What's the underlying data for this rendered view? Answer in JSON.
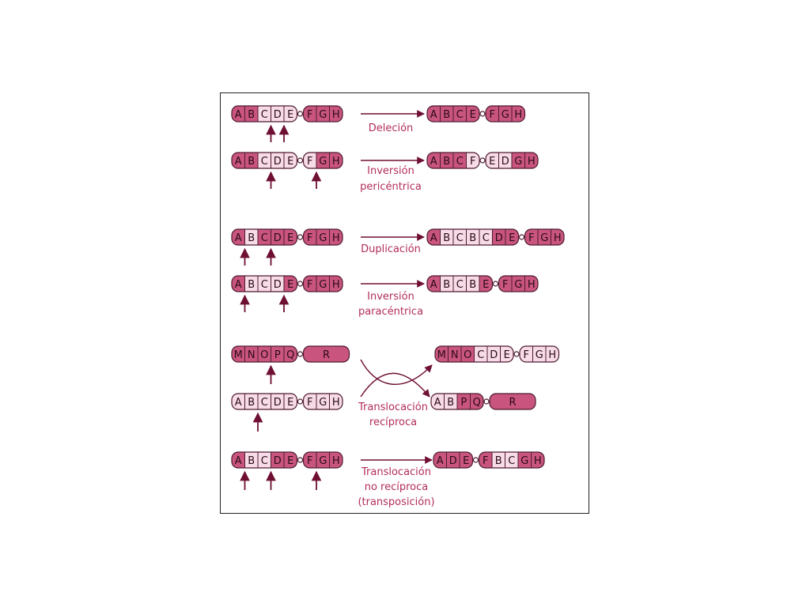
{
  "colors": {
    "dark": "#c9557e",
    "light": "#f7dce7",
    "stroke": "#4e1a30",
    "label": "#b22d5a",
    "arrow": "#6e0f33",
    "border": "#222222"
  },
  "rows": [
    {
      "id": "delecion",
      "label": [
        "Deleción"
      ],
      "before": [
        {
          "left": [
            [
              "A",
              "d"
            ],
            [
              "B",
              "d"
            ],
            [
              "C",
              "l"
            ],
            [
              "D",
              "l"
            ],
            [
              "E",
              "l"
            ]
          ],
          "right": [
            [
              "F",
              "d"
            ],
            [
              "G",
              "d"
            ],
            [
              "H",
              "d"
            ]
          ]
        }
      ],
      "after": [
        {
          "left": [
            [
              "A",
              "d"
            ],
            [
              "B",
              "d"
            ],
            [
              "C",
              "d"
            ],
            [
              "E",
              "d"
            ]
          ],
          "right": [
            [
              "F",
              "d"
            ],
            [
              "G",
              "d"
            ],
            [
              "H",
              "d"
            ]
          ]
        }
      ],
      "marks": [
        [
          0,
          2.5
        ],
        [
          0,
          3.5
        ]
      ]
    },
    {
      "id": "inversion-pericentrica",
      "label": [
        "Inversión",
        "pericéntrica"
      ],
      "before": [
        {
          "left": [
            [
              "A",
              "d"
            ],
            [
              "B",
              "d"
            ],
            [
              "C",
              "l"
            ],
            [
              "D",
              "l"
            ],
            [
              "E",
              "l"
            ]
          ],
          "right": [
            [
              "F",
              "l"
            ],
            [
              "G",
              "d"
            ],
            [
              "H",
              "d"
            ]
          ]
        }
      ],
      "after": [
        {
          "left": [
            [
              "A",
              "d"
            ],
            [
              "B",
              "d"
            ],
            [
              "C",
              "d"
            ],
            [
              "F",
              "l"
            ]
          ],
          "right": [
            [
              "E",
              "l"
            ],
            [
              "D",
              "l"
            ],
            [
              "G",
              "d"
            ],
            [
              "H",
              "d"
            ]
          ]
        }
      ],
      "marks": [
        [
          0,
          2.5
        ],
        [
          0,
          6.0
        ]
      ]
    },
    {
      "id": "duplicacion",
      "label": [
        "Duplicación"
      ],
      "before": [
        {
          "left": [
            [
              "A",
              "d"
            ],
            [
              "B",
              "l"
            ],
            [
              "C",
              "d"
            ],
            [
              "D",
              "d"
            ],
            [
              "E",
              "d"
            ]
          ],
          "right": [
            [
              "F",
              "d"
            ],
            [
              "G",
              "d"
            ],
            [
              "H",
              "d"
            ]
          ]
        }
      ],
      "after": [
        {
          "left": [
            [
              "A",
              "d"
            ],
            [
              "B",
              "l"
            ],
            [
              "C",
              "l"
            ],
            [
              "B",
              "l"
            ],
            [
              "C",
              "l"
            ],
            [
              "D",
              "d"
            ],
            [
              "E",
              "d"
            ]
          ],
          "right": [
            [
              "F",
              "d"
            ],
            [
              "G",
              "d"
            ],
            [
              "H",
              "d"
            ]
          ]
        }
      ],
      "marks": [
        [
          0,
          0.5
        ],
        [
          0,
          2.5
        ]
      ]
    },
    {
      "id": "inversion-paracentrica",
      "label": [
        "Inversión",
        "paracéntrica"
      ],
      "before": [
        {
          "left": [
            [
              "A",
              "d"
            ],
            [
              "B",
              "l"
            ],
            [
              "C",
              "l"
            ],
            [
              "D",
              "l"
            ],
            [
              "E",
              "d"
            ]
          ],
          "right": [
            [
              "F",
              "d"
            ],
            [
              "G",
              "d"
            ],
            [
              "H",
              "d"
            ]
          ]
        }
      ],
      "after": [
        {
          "left": [
            [
              "A",
              "d"
            ],
            [
              "B",
              "l"
            ],
            [
              "C",
              "l"
            ],
            [
              "B",
              "l"
            ],
            [
              "E",
              "d"
            ]
          ],
          "right": [
            [
              "F",
              "d"
            ],
            [
              "G",
              "d"
            ],
            [
              "H",
              "d"
            ]
          ]
        }
      ],
      "marks": [
        [
          0,
          0.5
        ],
        [
          0,
          3.5
        ]
      ]
    },
    {
      "id": "translocacion-reciproca",
      "label": [
        "Translocación",
        "recíproca"
      ],
      "cross": true,
      "before": [
        {
          "left": [
            [
              "M",
              "d"
            ],
            [
              "N",
              "d"
            ],
            [
              "O",
              "d"
            ],
            [
              "P",
              "d"
            ],
            [
              "Q",
              "d"
            ]
          ],
          "right": [
            [
              "R",
              "d"
            ]
          ]
        },
        {
          "left": [
            [
              "A",
              "l"
            ],
            [
              "B",
              "l"
            ],
            [
              "C",
              "l"
            ],
            [
              "D",
              "l"
            ],
            [
              "E",
              "l"
            ]
          ],
          "right": [
            [
              "F",
              "l"
            ],
            [
              "G",
              "l"
            ],
            [
              "H",
              "l"
            ]
          ]
        }
      ],
      "after": [
        {
          "left": [
            [
              "M",
              "d"
            ],
            [
              "N",
              "d"
            ],
            [
              "O",
              "d"
            ],
            [
              "C",
              "l"
            ],
            [
              "D",
              "l"
            ],
            [
              "E",
              "l"
            ]
          ],
          "right": [
            [
              "F",
              "l"
            ],
            [
              "G",
              "l"
            ],
            [
              "H",
              "l"
            ]
          ]
        },
        {
          "left": [
            [
              "A",
              "l"
            ],
            [
              "B",
              "l"
            ],
            [
              "P",
              "d"
            ],
            [
              "Q",
              "d"
            ]
          ],
          "right": [
            [
              "R",
              "d"
            ]
          ]
        }
      ],
      "marks": [
        [
          0,
          2.5
        ],
        [
          1,
          1.5
        ]
      ]
    },
    {
      "id": "translocacion-no-reciproca",
      "label": [
        "Translocación",
        "no recíproca",
        "(transposición)"
      ],
      "before": [
        {
          "left": [
            [
              "A",
              "d"
            ],
            [
              "B",
              "l"
            ],
            [
              "C",
              "l"
            ],
            [
              "D",
              "d"
            ],
            [
              "E",
              "d"
            ]
          ],
          "right": [
            [
              "F",
              "d"
            ],
            [
              "G",
              "d"
            ],
            [
              "H",
              "d"
            ]
          ]
        }
      ],
      "after": [
        {
          "left": [
            [
              "A",
              "d"
            ],
            [
              "D",
              "d"
            ],
            [
              "E",
              "d"
            ]
          ],
          "right": [
            [
              "F",
              "d"
            ],
            [
              "B",
              "l"
            ],
            [
              "C",
              "l"
            ],
            [
              "G",
              "d"
            ],
            [
              "H",
              "d"
            ]
          ]
        }
      ],
      "marks": [
        [
          0,
          0.5
        ],
        [
          0,
          2.5
        ],
        [
          0,
          5.5
        ]
      ]
    }
  ]
}
